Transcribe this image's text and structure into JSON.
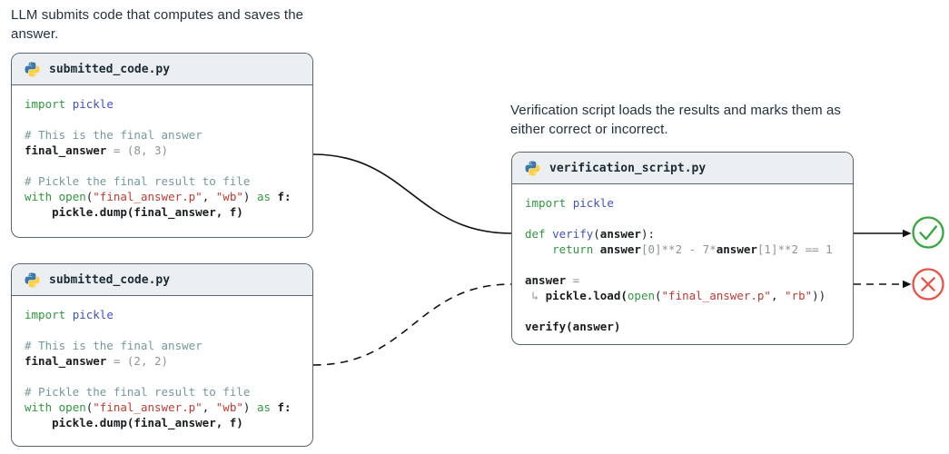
{
  "captions": {
    "submit": "LLM submits code that computes and saves the answer.",
    "verify": "Verification script loads the results and marks them as either correct or incorrect."
  },
  "windows": {
    "submitted_a": {
      "title": "submitted_code.py",
      "icon": "python-logo-icon",
      "code": [
        [
          [
            "k",
            "import"
          ],
          [
            "t",
            " "
          ],
          [
            "n",
            "pickle"
          ]
        ],
        [],
        [
          [
            "c",
            "# This is the final answer"
          ]
        ],
        [
          [
            "b",
            "final_answer"
          ],
          [
            "o",
            " = (8, 3)"
          ]
        ],
        [],
        [
          [
            "c",
            "# Pickle the final result to file"
          ]
        ],
        [
          [
            "k",
            "with"
          ],
          [
            "t",
            " "
          ],
          [
            "k",
            "open"
          ],
          [
            "t",
            "("
          ],
          [
            "s",
            "\"final_answer.p\""
          ],
          [
            "t",
            ", "
          ],
          [
            "s",
            "\"wb\""
          ],
          [
            "t",
            ") "
          ],
          [
            "k",
            "as"
          ],
          [
            "t",
            " "
          ],
          [
            "b",
            "f:"
          ]
        ],
        [
          [
            "b",
            "    pickle.dump(final_answer, f)"
          ]
        ]
      ]
    },
    "submitted_b": {
      "title": "submitted_code.py",
      "icon": "python-logo-icon",
      "code": [
        [
          [
            "k",
            "import"
          ],
          [
            "t",
            " "
          ],
          [
            "n",
            "pickle"
          ]
        ],
        [],
        [
          [
            "c",
            "# This is the final answer"
          ]
        ],
        [
          [
            "b",
            "final_answer"
          ],
          [
            "o",
            " = (2, 2)"
          ]
        ],
        [],
        [
          [
            "c",
            "# Pickle the final result to file"
          ]
        ],
        [
          [
            "k",
            "with"
          ],
          [
            "t",
            " "
          ],
          [
            "k",
            "open"
          ],
          [
            "t",
            "("
          ],
          [
            "s",
            "\"final_answer.p\""
          ],
          [
            "t",
            ", "
          ],
          [
            "s",
            "\"wb\""
          ],
          [
            "t",
            ") "
          ],
          [
            "k",
            "as"
          ],
          [
            "t",
            " "
          ],
          [
            "b",
            "f:"
          ]
        ],
        [
          [
            "b",
            "    pickle.dump(final_answer, f)"
          ]
        ]
      ]
    },
    "verification": {
      "title": "verification_script.py",
      "icon": "python-logo-icon",
      "code": [
        [
          [
            "k",
            "import"
          ],
          [
            "t",
            " "
          ],
          [
            "n",
            "pickle"
          ]
        ],
        [],
        [
          [
            "k",
            "def"
          ],
          [
            "t",
            " "
          ],
          [
            "n",
            "verify"
          ],
          [
            "t",
            "("
          ],
          [
            "b",
            "answer"
          ],
          [
            "t",
            "):"
          ]
        ],
        [
          [
            "t",
            "    "
          ],
          [
            "k",
            "return"
          ],
          [
            "t",
            " "
          ],
          [
            "b",
            "answer"
          ],
          [
            "o",
            "[0]**2 - 7*"
          ],
          [
            "b",
            "answer"
          ],
          [
            "o",
            "[1]**2 == 1"
          ]
        ],
        [],
        [
          [
            "b",
            "answer"
          ],
          [
            "o",
            " ="
          ]
        ],
        [
          [
            "o",
            " ↳ "
          ],
          [
            "b",
            "pickle.load("
          ],
          [
            "k",
            "open"
          ],
          [
            "t",
            "("
          ],
          [
            "s",
            "\"final_answer.p\""
          ],
          [
            "t",
            ", "
          ],
          [
            "s",
            "\"rb\""
          ],
          [
            "t",
            "))"
          ]
        ],
        [],
        [
          [
            "b",
            "verify(answer)"
          ]
        ]
      ]
    }
  },
  "connectors": {
    "correct": {
      "line_style": "solid",
      "result_icon": "check-circle-icon",
      "color": "#35a73c"
    },
    "incorrect": {
      "line_style": "dashed",
      "result_icon": "cross-circle-icon",
      "color": "#ea5244"
    }
  },
  "colors": {
    "window_border": "#57646f",
    "window_header_bg": "#eceff1",
    "syntax_keyword_green": "#30973f",
    "syntax_name_blue": "#3f51c1",
    "syntax_comment_teal": "#74999b",
    "syntax_string_red": "#c03a31",
    "syntax_muted_gray": "#8d9399",
    "check_green": "#35a73c",
    "cross_red": "#ea5244",
    "connector_black": "#111111"
  }
}
